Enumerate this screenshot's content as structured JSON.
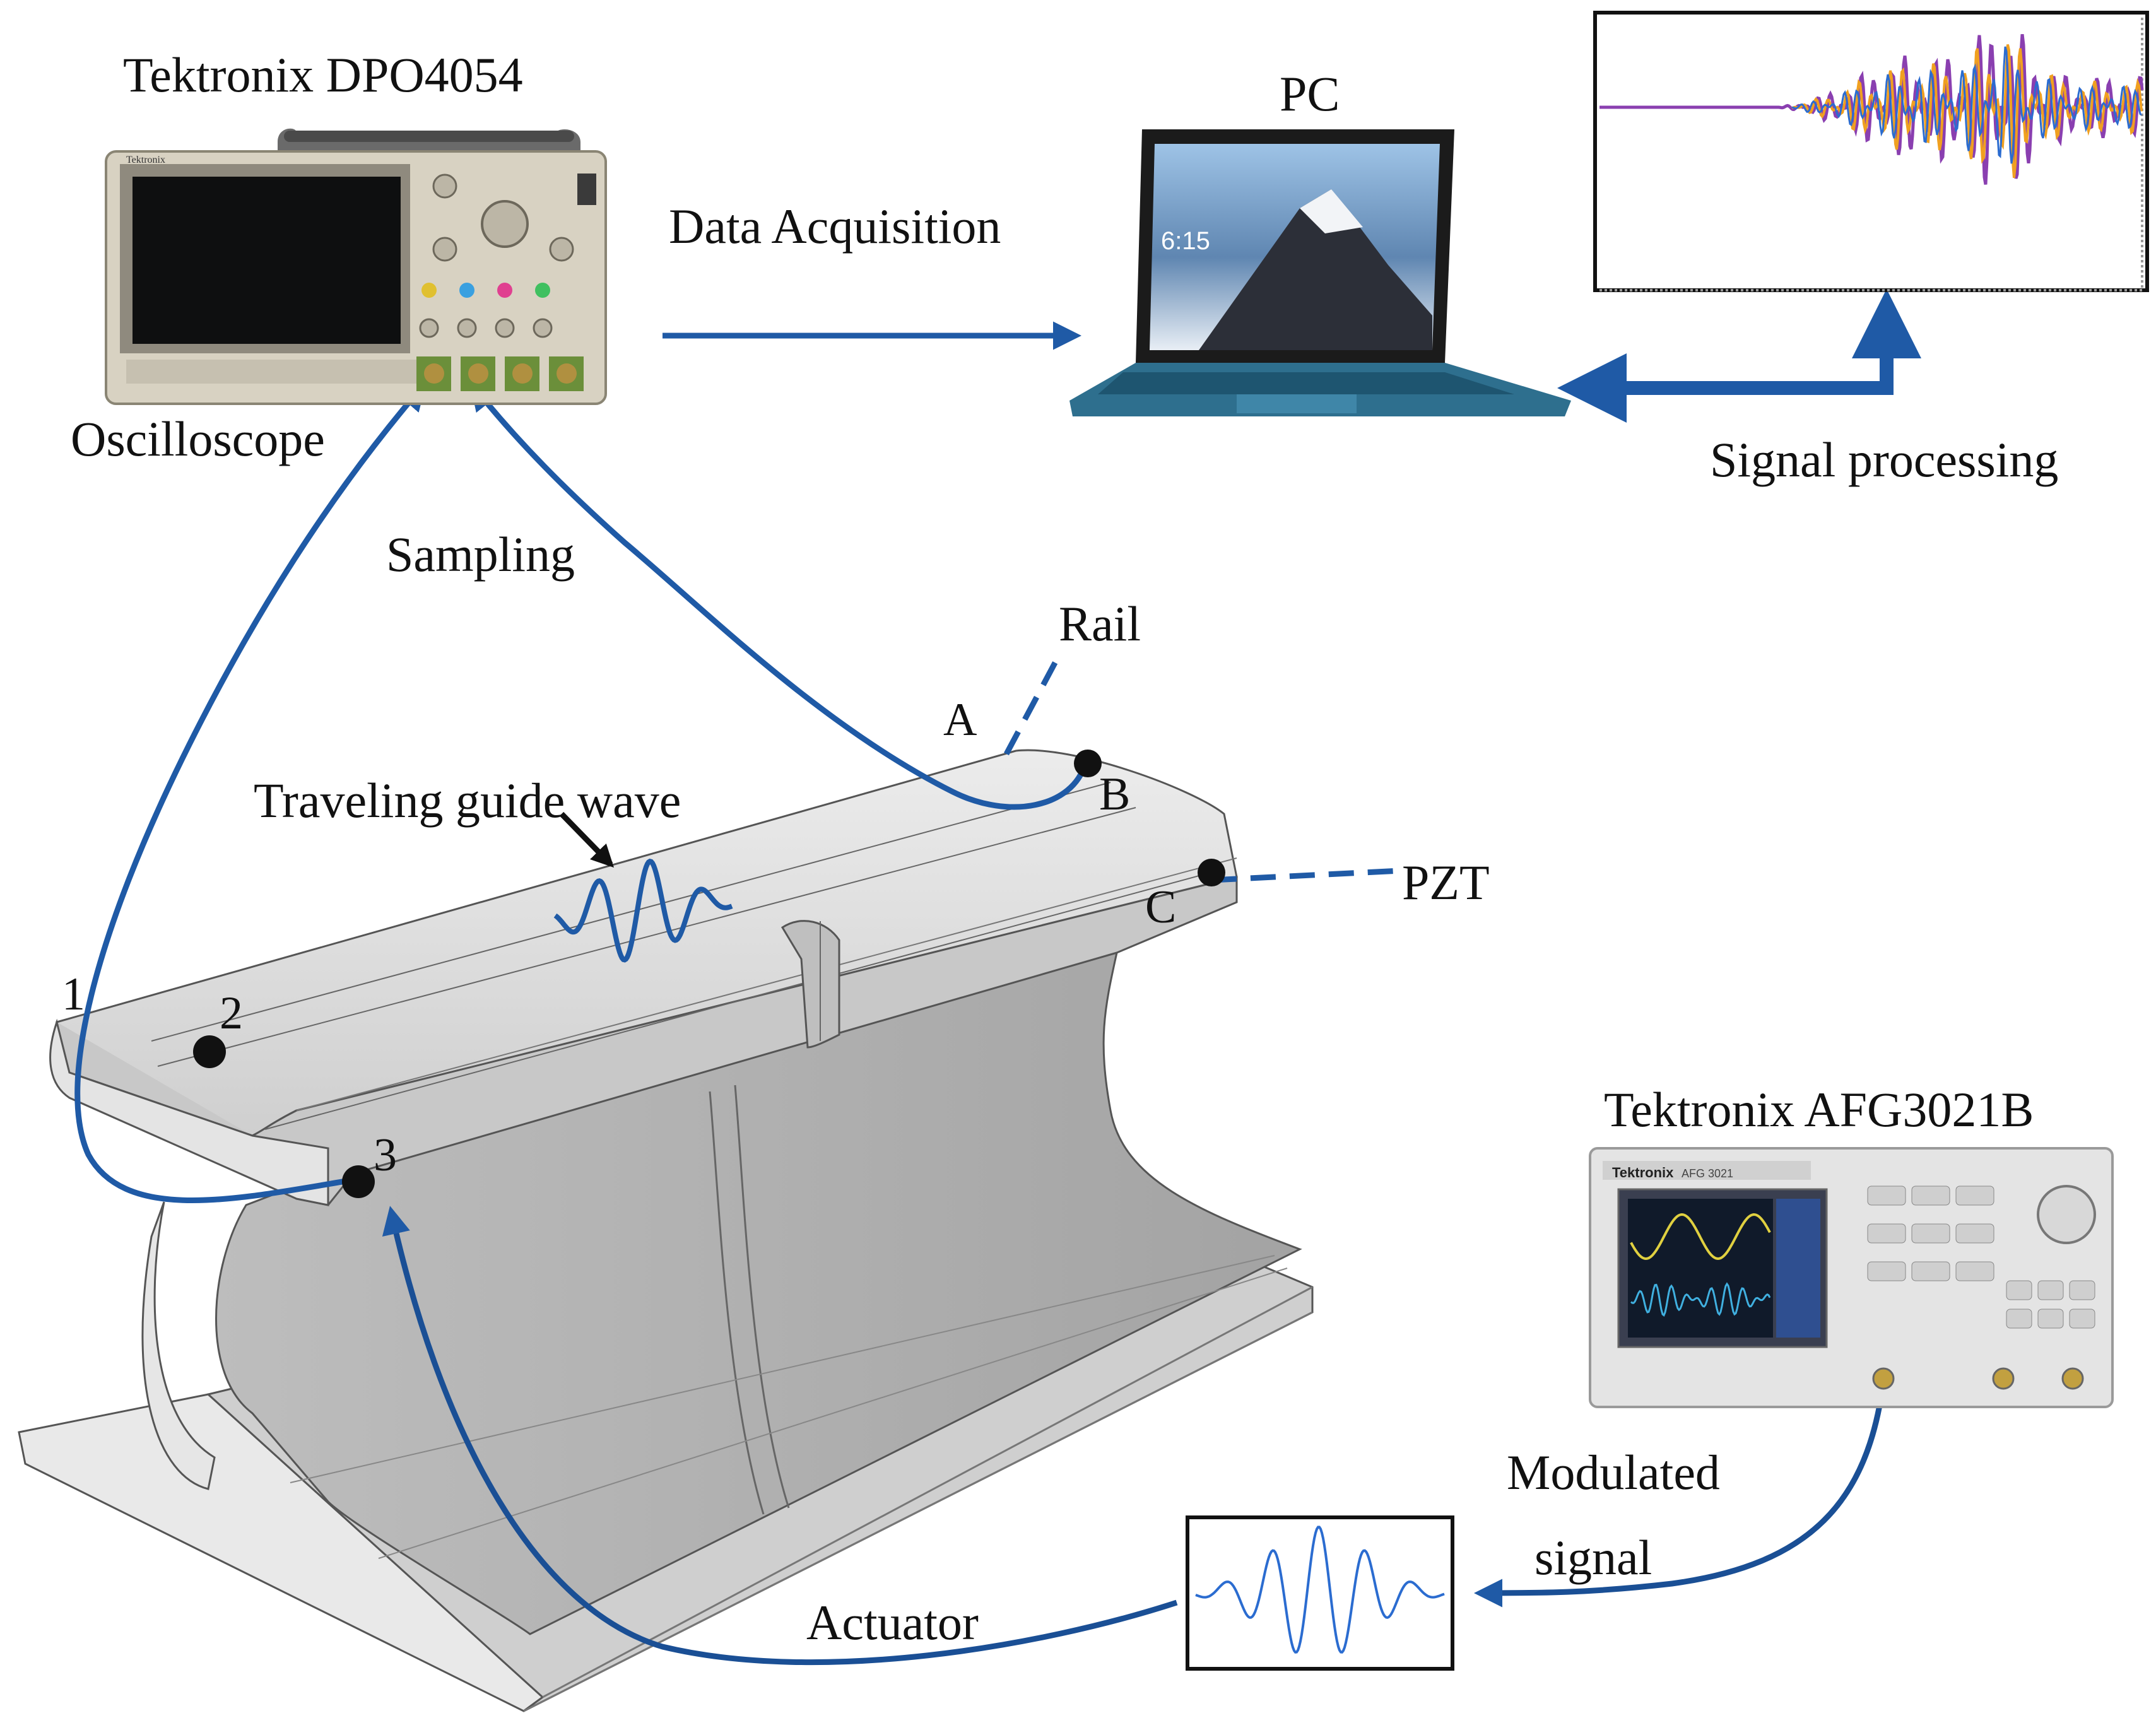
{
  "labels": {
    "oscilloscope_model": "Tektronix DPO4054",
    "oscilloscope": "Oscilloscope",
    "pc": "PC",
    "data_acquisition": "Data Acquisition",
    "signal_processing": "Signal processing",
    "sampling": "Sampling",
    "rail": "Rail",
    "traveling_wave": "Traveling guide wave",
    "pzt": "PZT",
    "generator_model": "Tektronix AFG3021B",
    "modulated_line1": "Modulated",
    "modulated_line2": "signal",
    "actuator": "Actuator"
  },
  "points": {
    "p1": "1",
    "p2": "2",
    "p3": "3",
    "pA": "A",
    "pB": "B",
    "pC": "C"
  },
  "devices": {
    "oscilloscope_brand": "Tektronix",
    "generator_brand": "Tektronix",
    "generator_panel": "AFG 3021",
    "laptop_clock": "6:15"
  },
  "colors": {
    "wire": "#1f5aa6",
    "dark_wire": "#1a4f95",
    "rail_fill": "#d4d4d4",
    "rail_dark": "#a8a8a8",
    "signal_purple": "#8a3fb0",
    "signal_orange": "#f0a020",
    "signal_blue": "#2b6cd0",
    "black": "#111111"
  },
  "icons": {
    "oscilloscope": "oscilloscope-icon",
    "laptop": "laptop-icon",
    "generator": "function-generator-icon"
  }
}
